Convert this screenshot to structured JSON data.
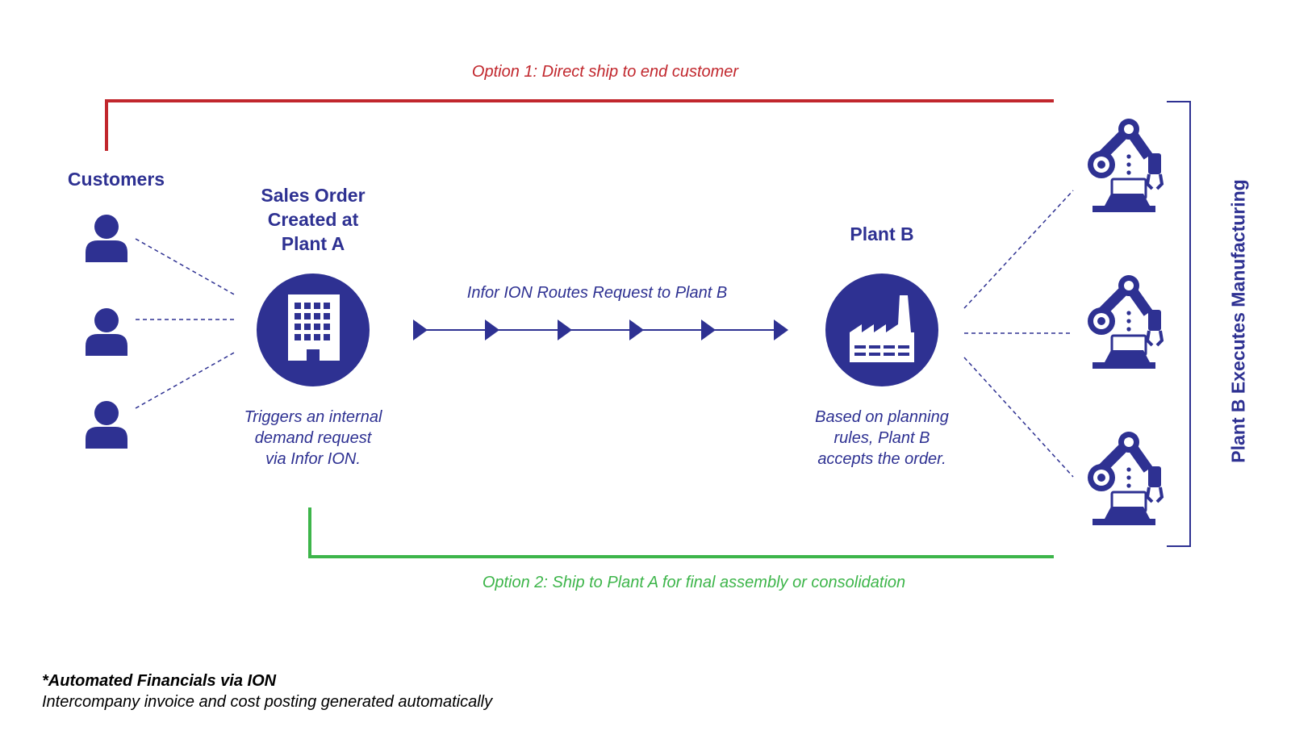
{
  "colors": {
    "navy": "#2e3192",
    "option1_red": "#c1272d",
    "option2_green": "#3db54a"
  },
  "option1_label": "Option 1: Direct ship to end customer",
  "option2_label": "Option 2: Ship to Plant A for final assembly or consolidation",
  "customers": {
    "heading": "Customers",
    "icons": [
      "person-icon",
      "person-icon",
      "person-icon"
    ]
  },
  "plant_a": {
    "heading_lines": [
      "Sales Order",
      "Created at",
      "Plant A"
    ],
    "icon": "building-icon",
    "caption_lines": [
      "Triggers an internal",
      "demand request",
      "via Infor ION."
    ]
  },
  "routing": {
    "label": "Infor ION Routes Request to Plant B"
  },
  "plant_b": {
    "heading": "Plant B",
    "icon": "factory-icon",
    "caption_lines": [
      "Based on planning",
      "rules, Plant B",
      "accepts the order."
    ]
  },
  "manufacturing": {
    "label": "Plant B Executes Manufacturing",
    "icons": [
      "robot-arm-icon",
      "robot-arm-icon",
      "robot-arm-icon"
    ]
  },
  "footnote": {
    "title": "*Automated Financials via ION",
    "text": "Intercompany invoice and cost posting generated automatically"
  }
}
